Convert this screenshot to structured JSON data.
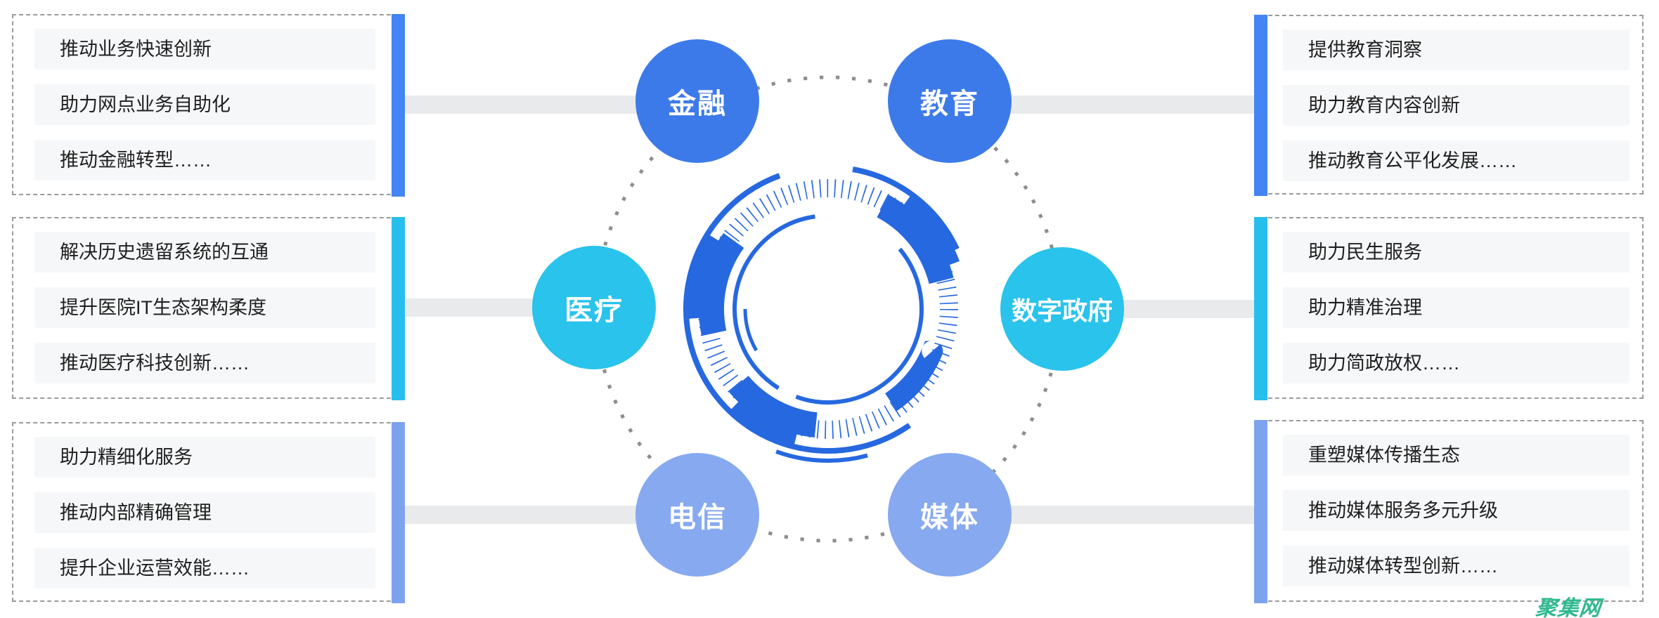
{
  "colors": {
    "blue": "#4484F4",
    "circle_blue": "#3D7AE9",
    "cyan": "#26BFED",
    "circle_cyan": "#29C3EC",
    "periwinkle": "#7FA2EF",
    "circle_periwinkle": "#87A9F0",
    "emblem_blue": "#2668E0",
    "connector_gray": "#E9EAEB",
    "row_bg": "#F6F7F9",
    "dashed_border": "#9B9B9B",
    "dot_gray": "#8E8E8E",
    "text": "#1F1F1F",
    "watermark_green": "#2EB98D"
  },
  "panels": [
    {
      "sector": "金融",
      "items": [
        "推动业务快速创新",
        "助力网点业务自助化",
        "推动金融转型……"
      ]
    },
    {
      "sector": "医疗",
      "items": [
        "解决历史遗留系统的互通",
        "提升医院IT生态架构柔度",
        "推动医疗科技创新……"
      ]
    },
    {
      "sector": "电信",
      "items": [
        "助力精细化服务",
        "推动内部精确管理",
        "提升企业运营效能……"
      ]
    },
    {
      "sector": "教育",
      "items": [
        "提供教育洞察",
        "助力教育内容创新",
        "推动教育公平化发展……"
      ]
    },
    {
      "sector": "数字政府",
      "items": [
        "助力民生服务",
        "助力精准治理",
        "助力简政放权……"
      ]
    },
    {
      "sector": "媒体",
      "items": [
        "重塑媒体传播生态",
        "推动媒体服务多元升级",
        "推动媒体转型创新……"
      ]
    }
  ],
  "sectors": [
    {
      "label": "金融"
    },
    {
      "label": "教育"
    },
    {
      "label": "医疗"
    },
    {
      "label": "数字政府"
    },
    {
      "label": "电信"
    },
    {
      "label": "媒体"
    }
  ],
  "watermark": {
    "text": "聚集网"
  }
}
